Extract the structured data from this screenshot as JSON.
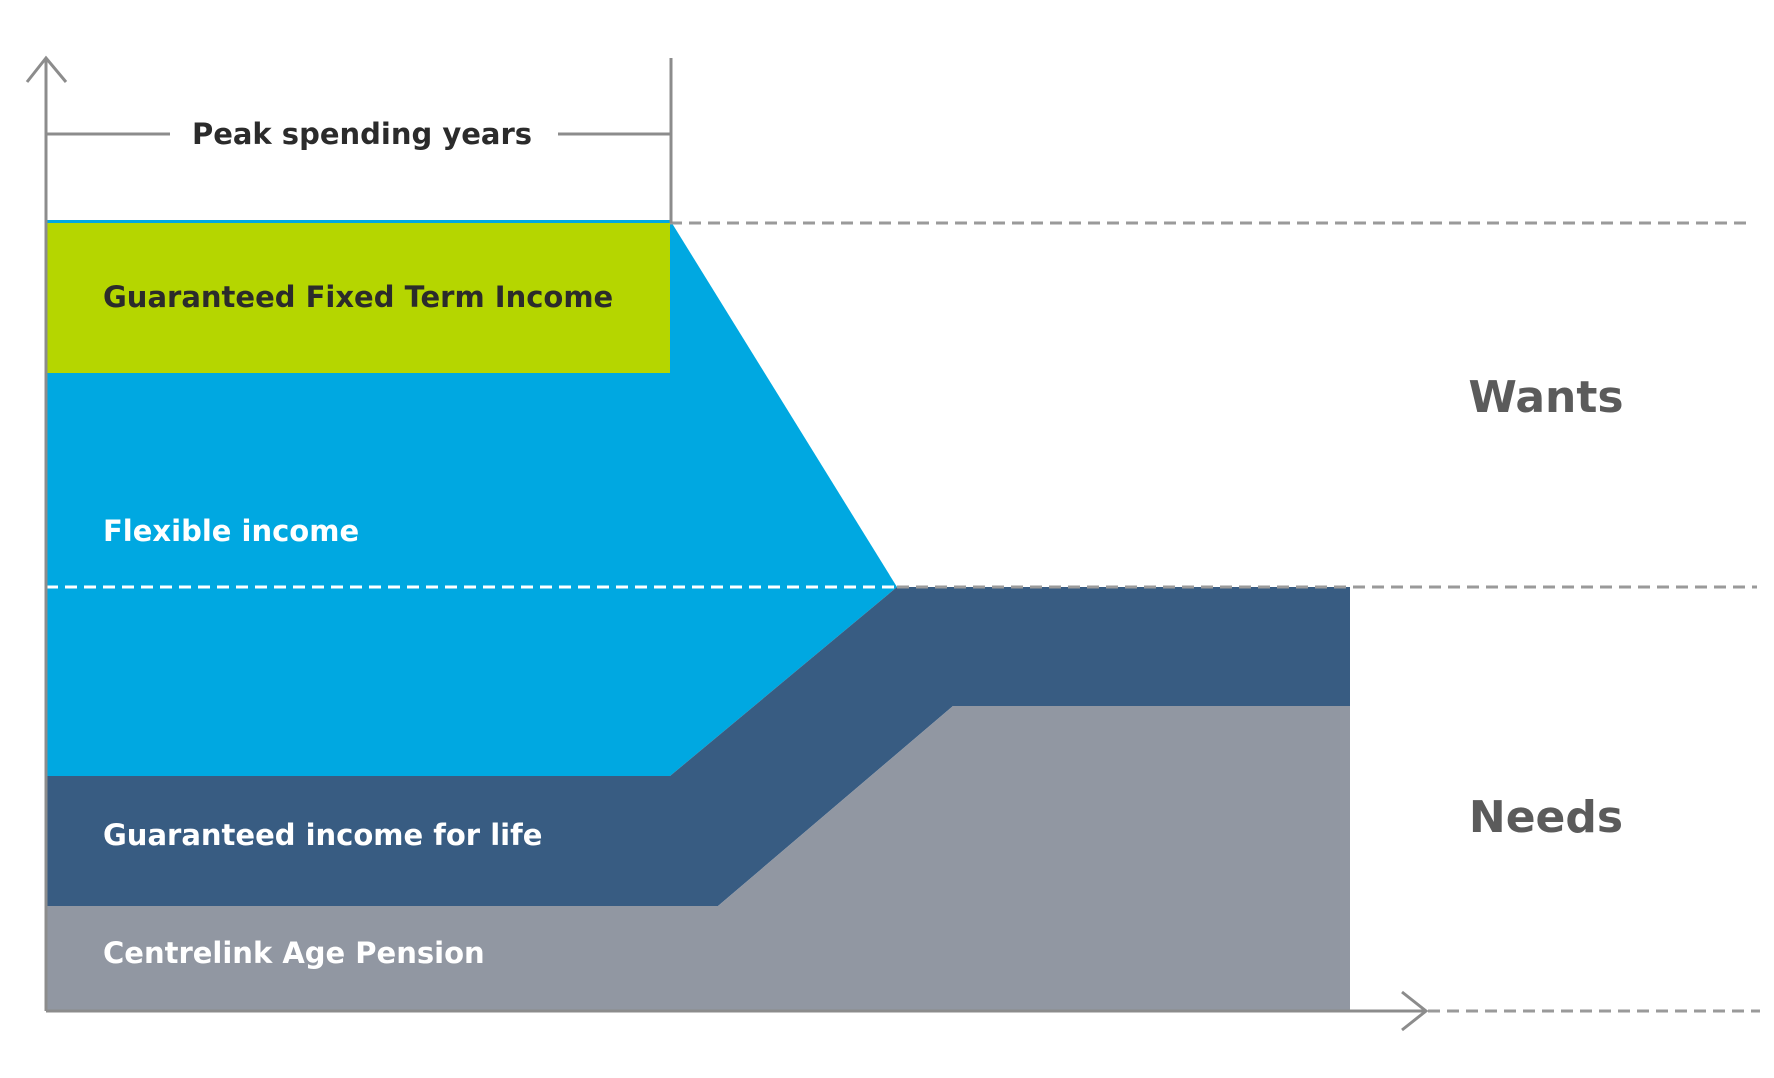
{
  "bracket": {
    "label": "Peak spending years"
  },
  "layers": {
    "guaranteed_fixed_term": {
      "label": "Guaranteed Fixed Term Income",
      "color": "#b5d600"
    },
    "flexible": {
      "label": "Flexible income",
      "color": "#00a8e1"
    },
    "guaranteed_life": {
      "label": "Guaranteed income for life",
      "color": "#385c82"
    },
    "age_pension": {
      "label": "Centrelink Age Pension",
      "color": "#9197a2"
    }
  },
  "zones": {
    "wants": "Wants",
    "needs": "Needs"
  },
  "colors": {
    "axis": "#8c8c8c",
    "dashed_line": "#9a9a9a",
    "dashed_inner": "#ffffff"
  }
}
